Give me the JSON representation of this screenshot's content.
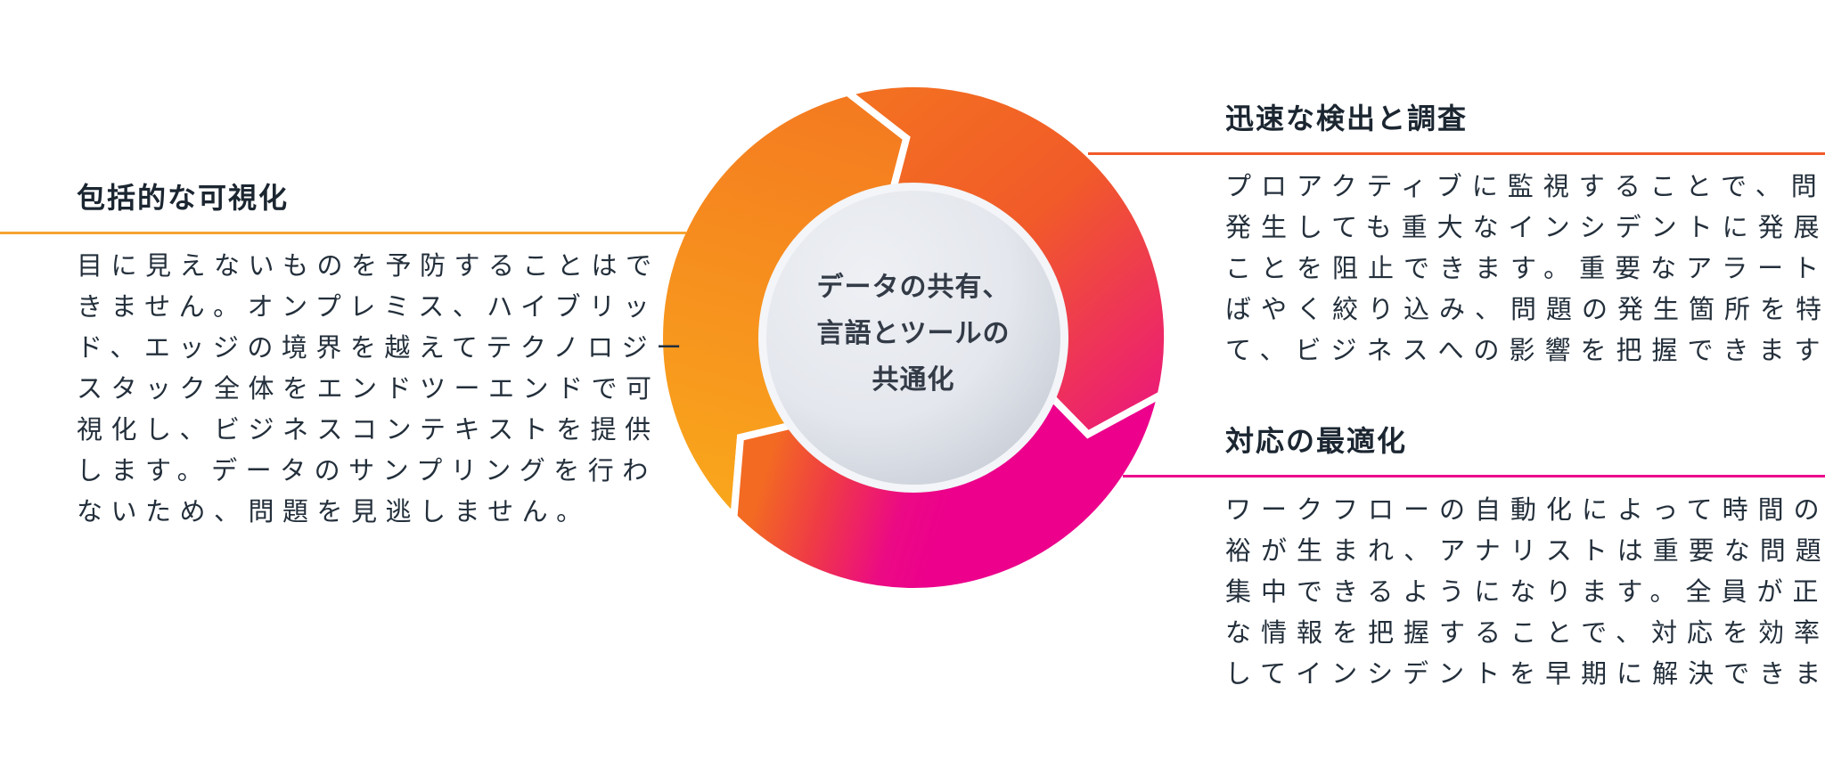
{
  "colors": {
    "orange": "#f7a431",
    "red_orange": "#f15a29",
    "magenta": "#ec008c",
    "text": "#1f2933"
  },
  "center": {
    "lines": [
      "データの共有、",
      "言語とツールの",
      "共通化"
    ]
  },
  "sections": {
    "visibility": {
      "title": "包括的な可視化",
      "lines": [
        "目に見えないものを予防することはで",
        "きません。オンプレミス、ハイブリッ",
        "ド、エッジの境界を越えてテクノロジー",
        "スタック全体をエンドツーエンドで可",
        "視化し、ビジネスコンテキストを提供",
        "します。データのサンプリングを行わ",
        "ないため、問題を見逃しません。"
      ]
    },
    "detection": {
      "title": "迅速な検出と調査",
      "lines": [
        "プロアクティブに監視することで、問題が",
        "発生しても重大なインシデントに発展する",
        "ことを阻止できます。重要なアラートをす",
        "ばやく絞り込み、問題の発生箇所を特定し",
        "て、ビジネスへの影響を把握できます。"
      ]
    },
    "response": {
      "title": "対応の最適化",
      "lines": [
        "ワークフローの自動化によって時間の余",
        "裕が生まれ、アナリストは重要な問題に",
        "集中できるようになります。全員が正確",
        "な情報を把握することで、対応を効率化",
        "してインシデントを早期に解決できます。"
      ]
    }
  }
}
